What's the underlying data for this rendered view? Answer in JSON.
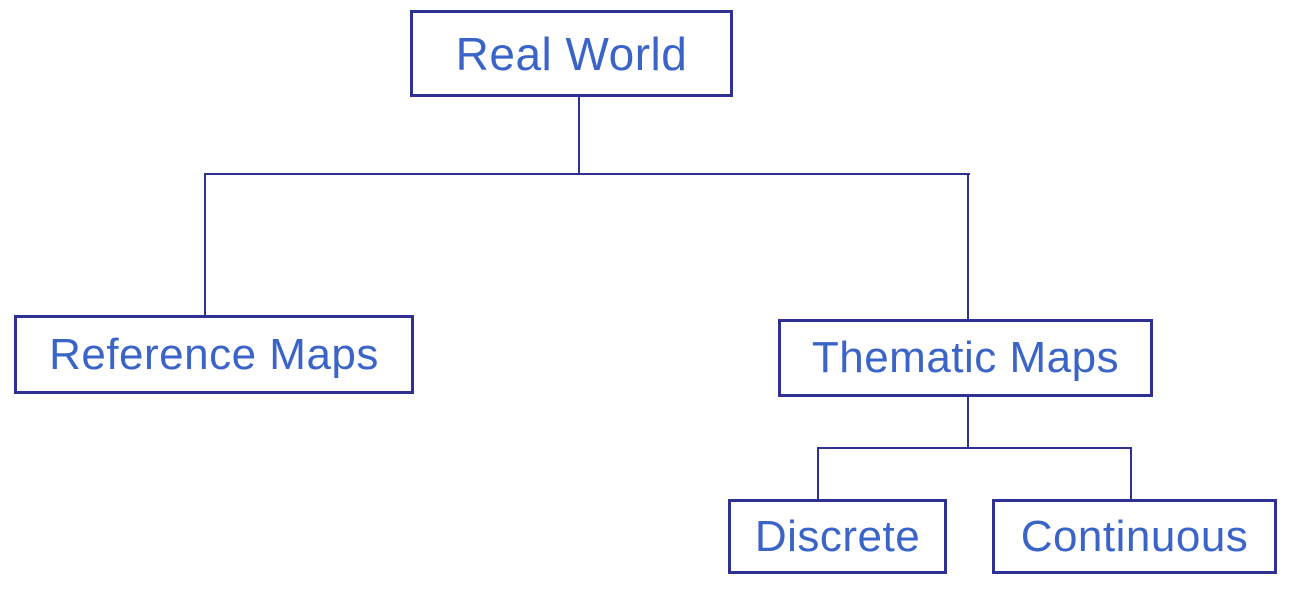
{
  "diagram": {
    "type": "tree",
    "description": "Hierarchy diagram classifying the real world into map types",
    "nodes": {
      "root": {
        "id": "real-world",
        "label": "Real World"
      },
      "reference": {
        "id": "reference-maps",
        "label": "Reference Maps"
      },
      "thematic": {
        "id": "thematic-maps",
        "label": "Thematic Maps"
      },
      "discrete": {
        "id": "discrete",
        "label": "Discrete"
      },
      "continuous": {
        "id": "continuous",
        "label": "Continuous"
      }
    },
    "edges": [
      {
        "from": "real-world",
        "to": "reference-maps"
      },
      {
        "from": "real-world",
        "to": "thematic-maps"
      },
      {
        "from": "thematic-maps",
        "to": "discrete"
      },
      {
        "from": "thematic-maps",
        "to": "continuous"
      }
    ],
    "colors": {
      "border": "#2e3192",
      "line": "#2e3192",
      "text": "#3b64c8",
      "background": "#ffffff"
    }
  }
}
